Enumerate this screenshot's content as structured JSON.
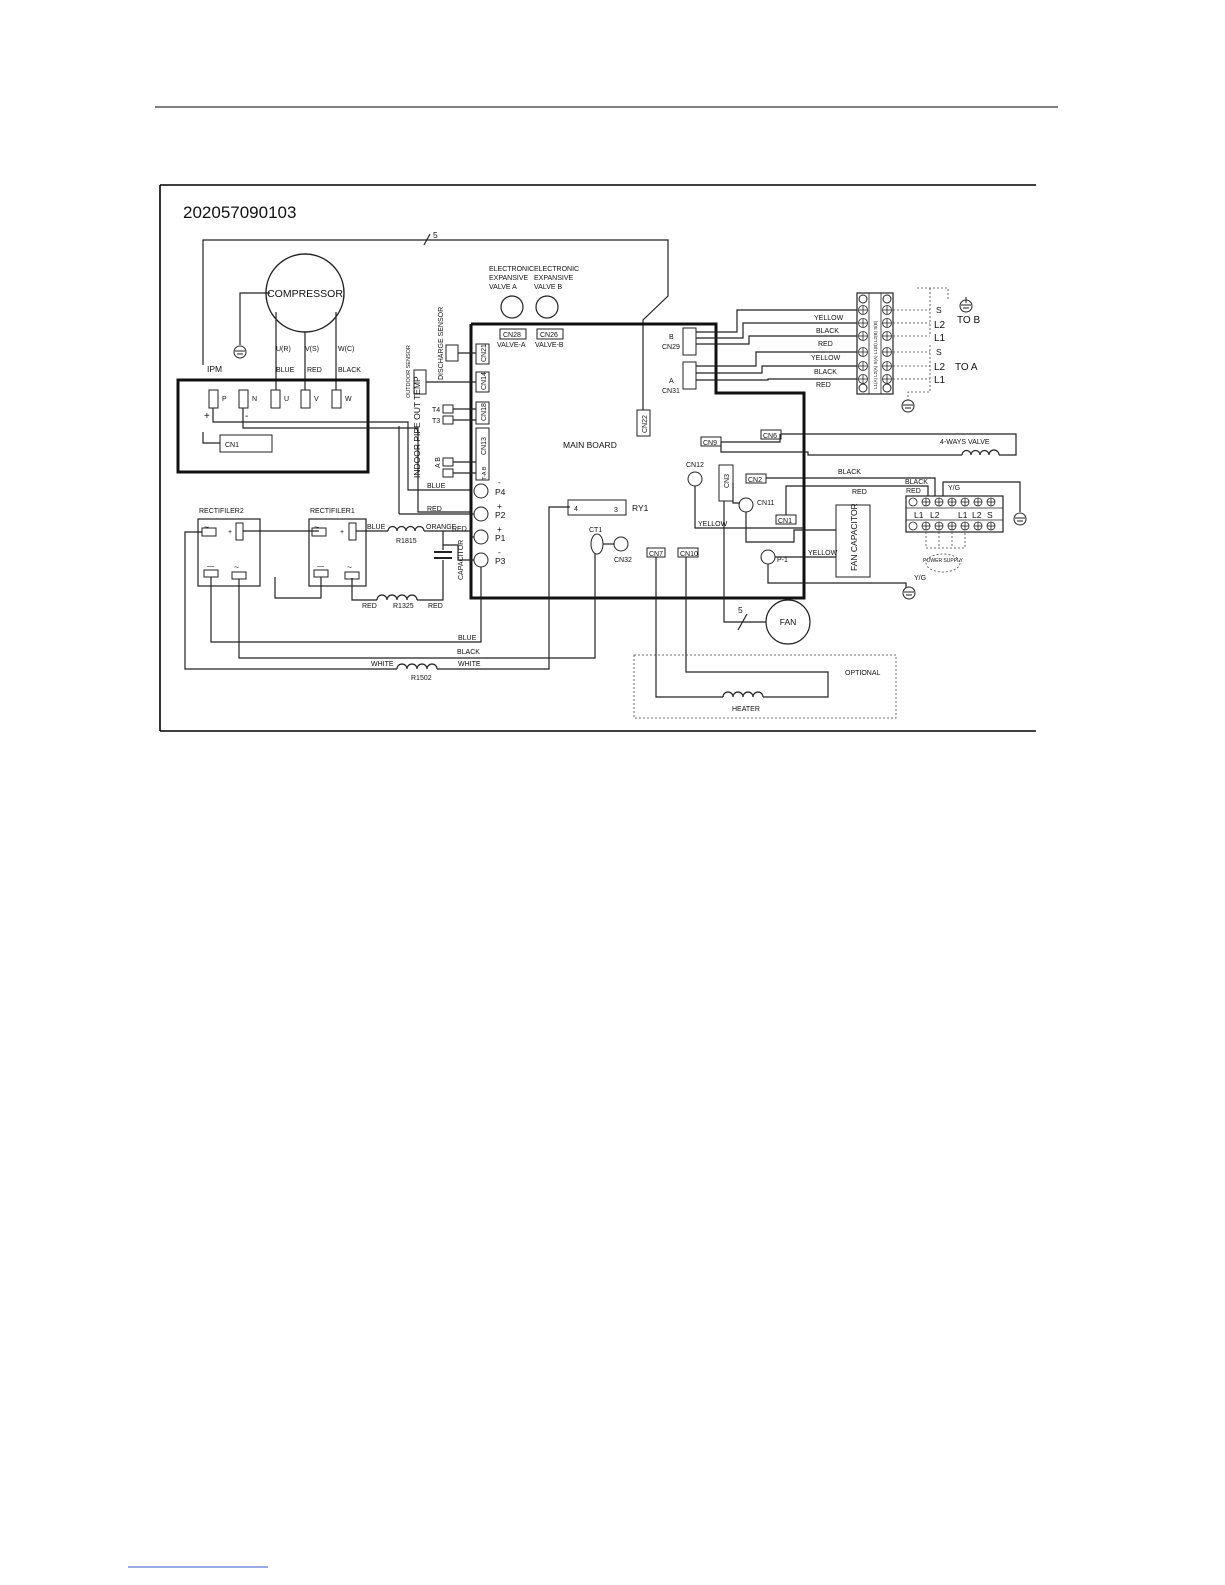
{
  "document_code": "202057090103",
  "labels": {
    "compressor": "COMPRESSOR",
    "ipm": "IPM",
    "ipm_p": "P",
    "ipm_n": "N",
    "ipm_u": "U",
    "ipm_v": "V",
    "ipm_w": "W",
    "cn1_ipm": "CN1",
    "u_r": "U(R)",
    "v_s": "V(S)",
    "w_c": "W(C)",
    "blue": "BLUE",
    "red": "RED",
    "black": "BLACK",
    "yellow": "YELLOW",
    "white": "WHITE",
    "orange": "ORANGE",
    "yg": "Y/G",
    "five": "5",
    "eev_a": "ELECTRONIC EXPANSIVE VALVE A",
    "eev_b": "ELECTRONIC EXPANSIVE VALVE B",
    "cn28": "CN28",
    "cn26": "CN26",
    "valve_a": "VALVE-A",
    "valve_b": "VALVE-B",
    "discharge_sensor": "DISCHARGE SENSOR",
    "outdoor_sensor": "OUTDOOR SENSOR",
    "cn21": "CN21",
    "cn14": "CN14",
    "cn18": "CN18",
    "cn13": "CN13",
    "t4": "T4",
    "t3": "T3",
    "indoor_pipe_out_temp": "INDOOR PIPE OUT TEMP",
    "a_b": "A  B",
    "t2a_b": "T-A B",
    "cn22": "CN22",
    "main_board": "MAIN BOARD",
    "cn29": "CN29",
    "cn31": "CN31",
    "b": "B",
    "a": "A",
    "p4": "P4",
    "p2": "P2",
    "p1": "P1",
    "p3": "P3",
    "minus": "-",
    "plus": "+",
    "ry1": "RY1",
    "ry_4": "4",
    "ry_3": "3",
    "ct1": "CT1",
    "cn32": "CN32",
    "cn7": "CN7",
    "cn10": "CN10",
    "cn9": "CN9",
    "cn6": "CN6",
    "cn12": "CN12",
    "cn3": "CN3",
    "cn2": "CN2",
    "cn11": "CN11",
    "cn1_board": "CN1",
    "p_1": "P-1",
    "four_way_valve": "4-WAYS VALVE",
    "fan_capacitor": "FAN CAPACITOR",
    "fan": "FAN",
    "heater": "HEATER",
    "optional": "OPTIONAL",
    "rectifier2": "RECTIFILER2",
    "rectifier1": "RECTIFILER1",
    "r1815": "R1815",
    "r1325": "R1325",
    "r1502": "R1502",
    "capacitor": "CAPACITOR",
    "s": "S",
    "l2": "L2",
    "l1": "L1",
    "to_b": "TO B",
    "to_a": "TO A",
    "power_supply": "POWER SUPPLY",
    "ps_l1": "L1",
    "ps_l2": "L2",
    "ps_s": "S",
    "tb_text": "L1(A) L2(A) S(A) L1(B) L2(B) S(B)"
  }
}
